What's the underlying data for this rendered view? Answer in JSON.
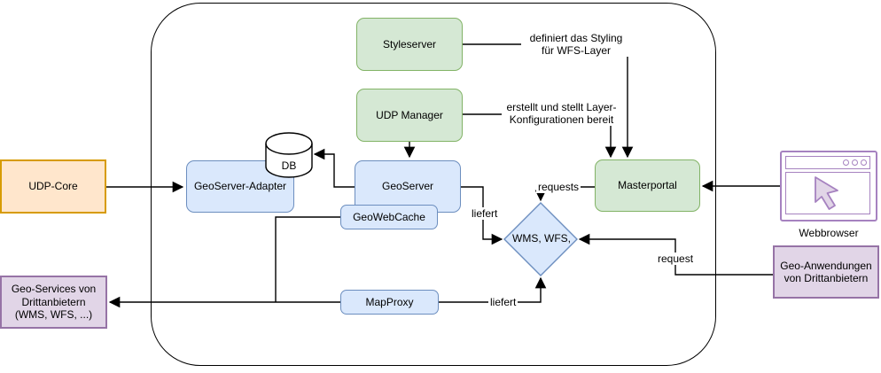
{
  "diagram": {
    "nodes": {
      "udp_core": {
        "label": "UDP-Core"
      },
      "geo_services": {
        "label": "Geo-Services von\nDrittanbietern\n(WMS, WFS, ...)"
      },
      "styleserver": {
        "label": "Styleserver"
      },
      "udp_manager": {
        "label": "UDP Manager"
      },
      "geoserver_adapter": {
        "label": "GeoServer-Adapter"
      },
      "geoserver": {
        "label": "GeoServer"
      },
      "geowebcache": {
        "label": "GeoWebCache"
      },
      "mapproxy": {
        "label": "MapProxy"
      },
      "masterportal": {
        "label": "Masterportal"
      },
      "db": {
        "label": "DB"
      },
      "wms_wfs_diamond": {
        "label": "WMS, WFS,"
      },
      "webbrowser": {
        "label": "Webbrowser"
      },
      "geo_anwendungen": {
        "label": "Geo-Anwendungen\nvon Drittanbietern"
      }
    },
    "edge_labels": {
      "definiert": "definiert das Styling\nfür WFS-Layer",
      "erstellt": "erstellt und stellt Layer-\nKonfigurationen bereit",
      "requests": "requests",
      "request": "request",
      "liefert_geoserver": "liefert",
      "liefert_mapproxy": "liefert"
    },
    "colors": {
      "green_fill": "#d5e8d4",
      "green_stroke": "#82b366",
      "blue_fill": "#dae8fc",
      "blue_stroke": "#6c8ebf",
      "orange_fill": "#ffe6cc",
      "orange_stroke": "#d79b00",
      "purple_fill": "#e1d5e7",
      "purple_stroke": "#9673a6",
      "browser_stroke": "#a682c0",
      "line": "#000000"
    }
  }
}
